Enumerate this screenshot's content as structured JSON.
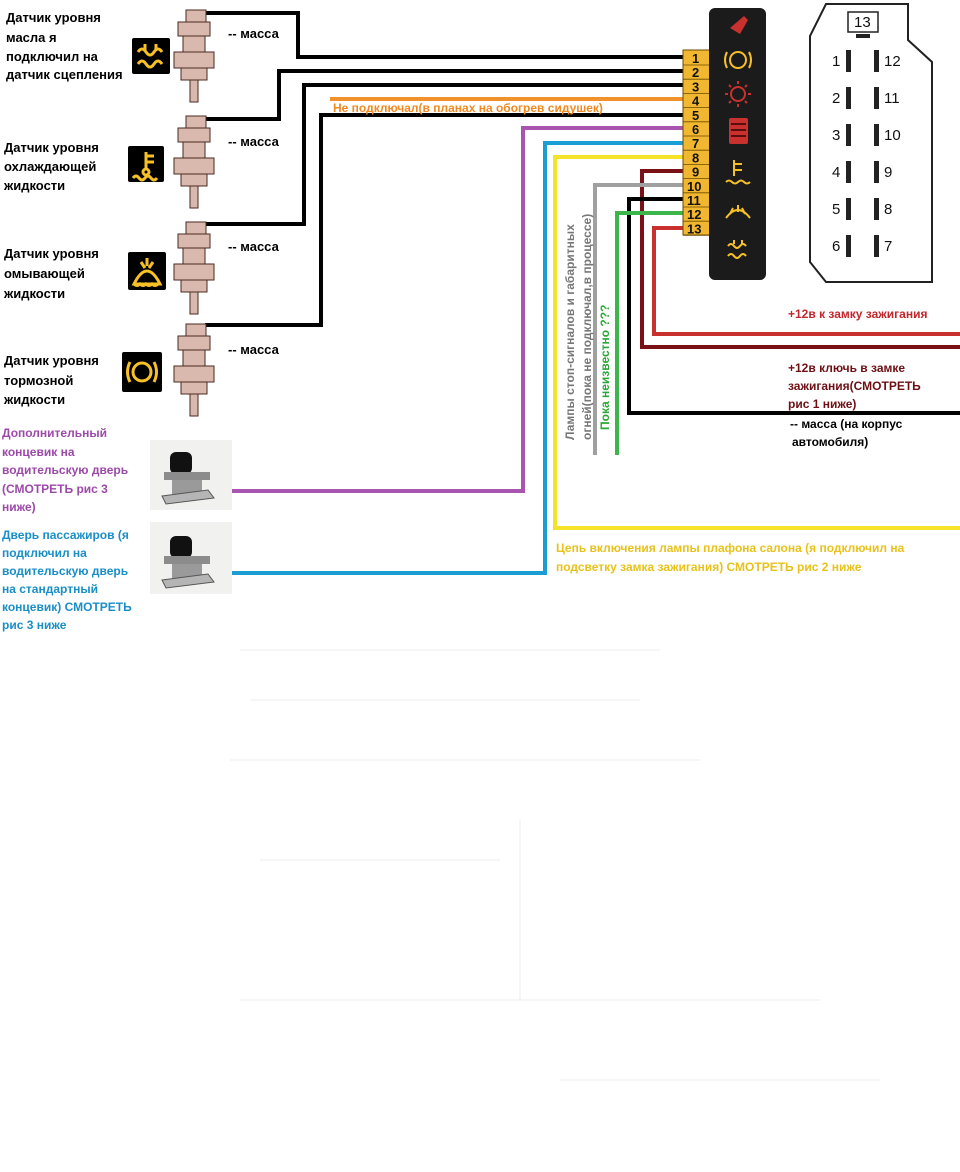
{
  "colors": {
    "wire_black": "#000000",
    "wire_orange": "#f0912b",
    "wire_purple": "#a855b0",
    "wire_blue": "#1a9ed3",
    "wire_yellow": "#f5e32a",
    "wire_red": "#c8312e",
    "wire_darkred": "#7a1116",
    "wire_grey": "#a0a0a0",
    "wire_green": "#3cb54a",
    "label_purple": "#9b4aa8",
    "label_blue": "#1a8ec7",
    "label_orange": "#ef8a22",
    "label_yellow": "#e8c21a",
    "label_red": "#c0262b",
    "label_darkred": "#6e0f14",
    "label_green": "#2aa836",
    "label_grey": "#777777",
    "panel_bg": "#1b1b1b",
    "pin_bg": "#f2b731",
    "sensor_body": "#d9b8ad",
    "warning_amber": "#f7c027"
  },
  "sensors": [
    {
      "label_lines": [
        "Датчик уровня",
        "масла я",
        "подключил на",
        "датчик сцепления"
      ],
      "icon": "oil-level-icon",
      "ground": "-- масса"
    },
    {
      "label_lines": [
        "Датчик уровня",
        "охлаждающей",
        "жидкости"
      ],
      "icon": "coolant-level-icon",
      "ground": "-- масса"
    },
    {
      "label_lines": [
        "Датчик уровня",
        "омывающей",
        "жидкости"
      ],
      "icon": "washer-fluid-icon",
      "ground": "-- масса"
    },
    {
      "label_lines": [
        "Датчик уровня",
        "тормозной",
        "жидкости"
      ],
      "icon": "brake-fluid-icon",
      "ground": "-- масса"
    }
  ],
  "switches": [
    {
      "label_lines": [
        "Дополнительный",
        "концевик на",
        "водительскую дверь",
        "(СМОТРЕТЬ рис 3",
        "ниже)"
      ]
    },
    {
      "label_lines": [
        "Дверь пассажиров (я",
        "подключил на",
        "водительскую дверь",
        "на стандартный",
        "концевик) СМОТРЕТЬ",
        "рис 3 ниже"
      ]
    }
  ],
  "connector_pins": [
    "1",
    "2",
    "3",
    "4",
    "5",
    "6",
    "7",
    "8",
    "9",
    "10",
    "11",
    "12",
    "13"
  ],
  "plug": {
    "top_number": "13",
    "left_numbers": [
      "1",
      "2",
      "3",
      "4",
      "5",
      "6"
    ],
    "right_numbers": [
      "12",
      "11",
      "10",
      "9",
      "8",
      "7"
    ]
  },
  "labels": {
    "orange_note": "Не подключал(в планах на обогрев сидушек)",
    "red_note": "+12в к замку зажигания",
    "darkred_note_lines": [
      "+12в ключь в замке",
      "зажигания(СМОТРЕТЬ",
      "рис 1 ниже)"
    ],
    "ground_note_lines": [
      "-- масса (на корпус",
      "автомобиля)"
    ],
    "yellow_note_lines": [
      "Цепь включения лампы плафона салона (я подключил на",
      "подсветку замка зажигания)  СМОТРЕТЬ рис 2 ниже"
    ],
    "grey_vertical_lines": [
      "Лампы стоп-сигналов и габаритных",
      "огней(пока не подключал,в процессе)"
    ],
    "green_vertical": "Пока неизвестно ???"
  }
}
